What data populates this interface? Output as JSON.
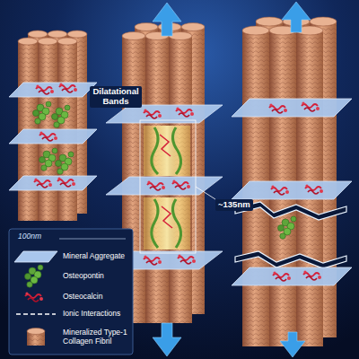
{
  "diagram": {
    "labels": [
      "Dilatational Bands",
      "~135nm",
      "100nm"
    ],
    "legend": [
      {
        "text": "Mineral Aggregate"
      },
      {
        "text": "Osteopontin"
      },
      {
        "text": "Osteocalcin"
      },
      {
        "text": "Ionic Interactions"
      },
      {
        "text": "Mineralized Type-1 Collagen Fibril"
      }
    ]
  }
}
